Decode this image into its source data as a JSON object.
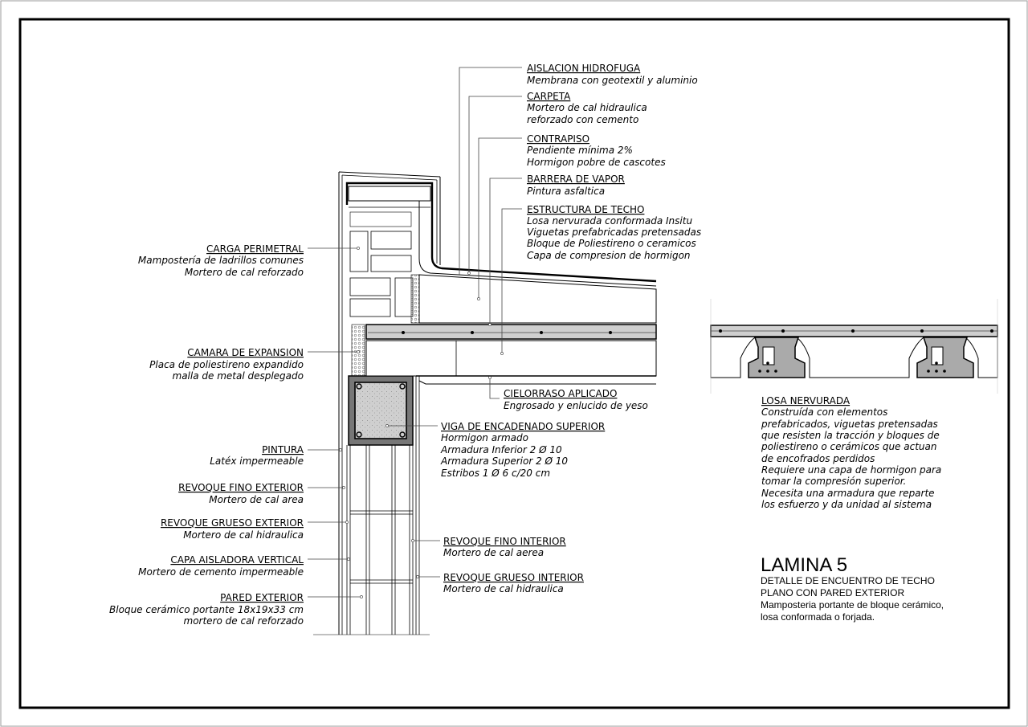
{
  "labels_right": [
    {
      "id": "aislacion",
      "title": "AISLACION HIDROFUGA",
      "lines": [
        "Membrana con geotextil y aluminio"
      ]
    },
    {
      "id": "carpeta",
      "title": "CARPETA",
      "lines": [
        "Mortero de cal hidraulica",
        "reforzado con cemento"
      ]
    },
    {
      "id": "contrapiso",
      "title": "CONTRAPISO",
      "lines": [
        "Pendiente mínima 2%",
        "Hormigon pobre de cascotes"
      ]
    },
    {
      "id": "barrera",
      "title": "BARRERA DE VAPOR",
      "lines": [
        "Pintura asfaltica"
      ]
    },
    {
      "id": "estructura",
      "title": "ESTRUCTURA DE TECHO",
      "lines": [
        "Losa nervurada conformada Insitu",
        "Viguetas prefabricadas pretensadas",
        "Bloque de Poliestireno o ceramicos",
        "Capa de compresion de hormigon"
      ]
    },
    {
      "id": "cielorraso",
      "title": "CIELORRASO APLICADO",
      "lines": [
        "Engrosado y enlucido de yeso"
      ]
    },
    {
      "id": "viga",
      "title": "VIGA DE ENCADENADO SUPERIOR",
      "lines": [
        "Hormigon armado",
        "Armadura Inferior 2 Ø 10",
        "Armadura Superior 2 Ø 10",
        "Estribos 1 Ø 6 c/20 cm"
      ]
    },
    {
      "id": "revfinoint",
      "title": "REVOQUE FINO INTERIOR",
      "lines": [
        "Mortero de cal aerea"
      ]
    },
    {
      "id": "revgruesoint",
      "title": "REVOQUE GRUESO INTERIOR",
      "lines": [
        "Mortero de cal hidraulica"
      ]
    }
  ],
  "labels_left": [
    {
      "id": "carga",
      "title": "CARGA PERIMETRAL",
      "lines": [
        "Mampostería de ladrillos comunes",
        "Mortero de cal reforzado"
      ]
    },
    {
      "id": "camara",
      "title": "CAMARA DE EXPANSION",
      "lines": [
        "Placa de poliestireno expandido",
        "malla de metal desplegado"
      ]
    },
    {
      "id": "pintura",
      "title": "PINTURA",
      "lines": [
        "Latéx impermeable"
      ]
    },
    {
      "id": "revfinoext",
      "title": "REVOQUE FINO EXTERIOR",
      "lines": [
        "Mortero de cal area"
      ]
    },
    {
      "id": "revgruesoext",
      "title": "REVOQUE GRUESO EXTERIOR",
      "lines": [
        "Mortero de cal hidraulica"
      ]
    },
    {
      "id": "capa",
      "title": "CAPA AISLADORA VERTICAL",
      "lines": [
        "Mortero de cemento impermeable"
      ]
    },
    {
      "id": "pared",
      "title": "PARED EXTERIOR",
      "lines": [
        "Bloque cerámico portante 18x19x33 cm",
        "mortero de cal reforzado"
      ]
    }
  ],
  "losa_note": {
    "title": "LOSA NERVURADA",
    "lines": [
      "Construída con elementos",
      "prefabricados, viguetas pretensadas",
      "que resisten la tracción y bloques de",
      "poliestireno o cerámicos que actuan",
      "de encofrados perdidos",
      "Requiere una capa de hormigon para",
      "tomar la compresión superior.",
      "Necesita una armadura que reparte",
      "los esfuerzo y da unidad al sistema"
    ]
  },
  "sheet": {
    "title": "LAMINA 5",
    "subtitle_lines": [
      "DETALLE DE ENCUENTRO DE TECHO",
      "PLANO CON PARED EXTERIOR"
    ],
    "desc_lines": [
      "Mamposteria portante de bloque cerámico,",
      "losa conformada o forjada."
    ]
  }
}
